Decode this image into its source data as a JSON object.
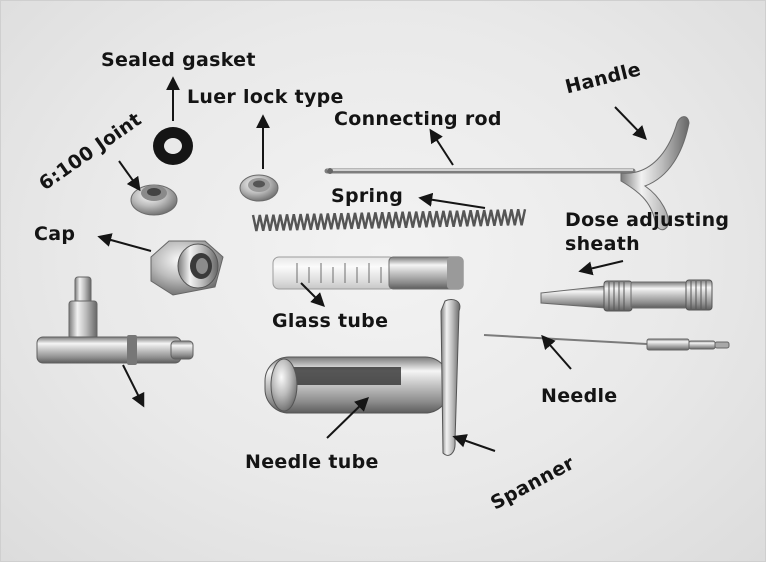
{
  "labels": {
    "sealed_gasket": "Sealed gasket",
    "luer_lock_type": "Luer lock type",
    "connecting_rod": "Connecting rod",
    "handle": "Handle",
    "joint": "6:100 Joint",
    "spring": "Spring",
    "dose_adjusting_sheath": "Dose adjusting sheath",
    "cap": "Cap",
    "glass_tube": "Glass tube",
    "needle": "Needle",
    "needle_tube": "Needle tube",
    "spanner": "Spanner"
  },
  "colors": {
    "background": "#ececec",
    "metal_light": "#f4f4f4",
    "metal_mid": "#b9b9b9",
    "metal_dark": "#6d6d6d",
    "text": "#141414"
  }
}
